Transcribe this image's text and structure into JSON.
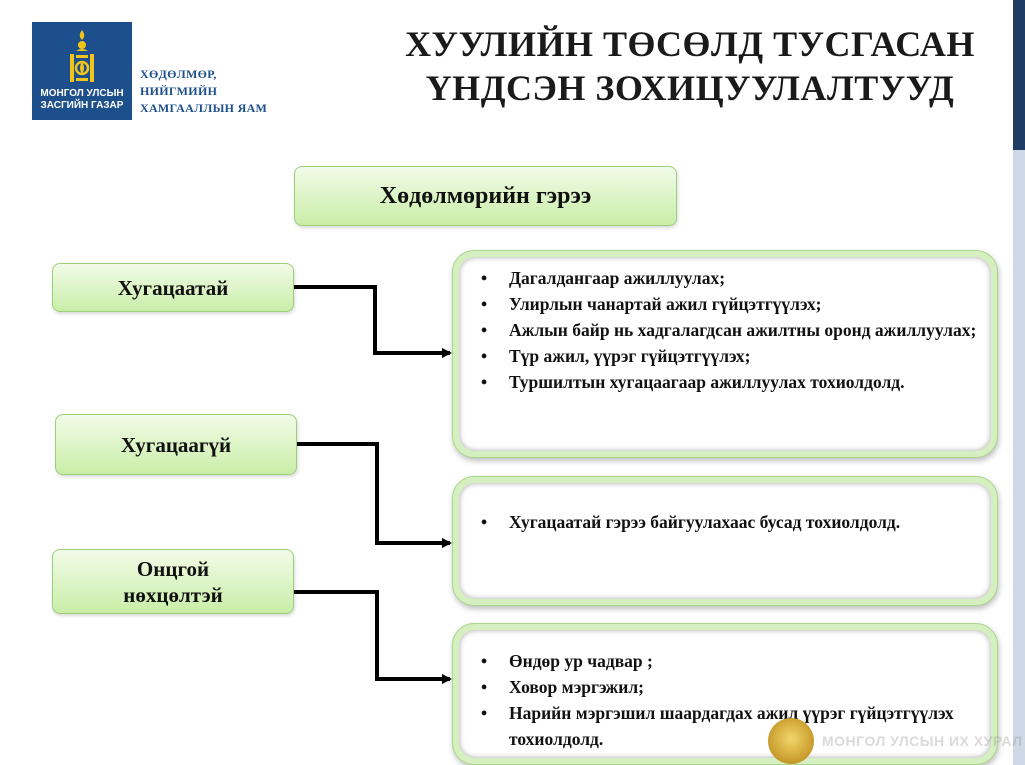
{
  "colors": {
    "brand_blue": "#1c4f8c",
    "box_green": "#c9eea8",
    "dark_bar": "#1f3c64",
    "arrow": "#000000"
  },
  "logo": {
    "emblem_icon": "soyombo-emblem-icon",
    "line1": "МОНГОЛ УЛСЫН",
    "line2": "ЗАСГИЙН ГАЗАР"
  },
  "ministry": {
    "line1": "ХӨДӨЛМӨР,",
    "line2": "НИЙГМИЙН",
    "line3": "ХАМГААЛЛЫН ЯАМ"
  },
  "title": {
    "line1": "ХУУЛИЙН ТӨСӨЛД ТУСГАСАН",
    "line2": "ҮНДСЭН ЗОХИЦУУЛАЛТУУД"
  },
  "main_box": "Хөдөлмөрийн гэрээ",
  "categories": [
    {
      "lines": [
        "Хугацаатай"
      ]
    },
    {
      "lines": [
        "Хугацаагүй"
      ]
    },
    {
      "lines": [
        "Онцгой",
        "нөхцөлтэй"
      ]
    }
  ],
  "details": [
    {
      "items": [
        "Дагалдангаар ажиллуулах;",
        "Улирлын чанартай ажил гүйцэтгүүлэх;",
        "Ажлын байр нь хадгалагдсан ажилтны оронд ажиллуулах;",
        "Түр ажил, үүрэг гүйцэтгүүлэх;",
        "Туршилтын хугацаагаар ажиллуулах тохиолдолд."
      ]
    },
    {
      "items": [
        "Хугацаатай гэрээ байгуулахаас бусад тохиолдолд."
      ]
    },
    {
      "items": [
        "Өндөр ур чадвар ;",
        "Ховор мэргэжил;",
        "Нарийн мэргэшил шаардагдах ажил үүрэг гүйцэтгүүлэх тохиолдолд."
      ]
    }
  ],
  "bullet_symbol": "•",
  "watermark": {
    "icon": "parliament-seal-icon",
    "text": "МОНГОЛ УЛСЫН ИХ ХУРАЛ"
  }
}
